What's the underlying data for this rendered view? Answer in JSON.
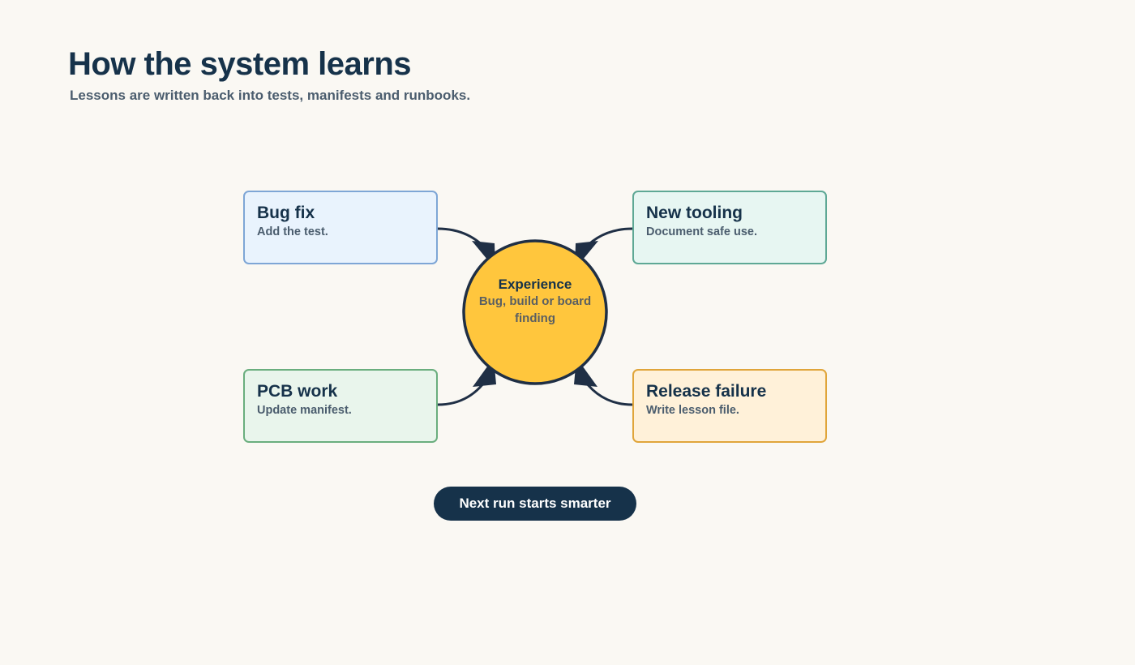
{
  "header": {
    "title": "How the system learns",
    "subtitle": "Lessons are written back into tests, manifests and runbooks."
  },
  "hub": {
    "title": "Experience",
    "desc_line1": "Bug, build or board",
    "desc_line2": "finding",
    "color": "#ffc63d"
  },
  "nodes": [
    {
      "title": "Bug fix",
      "desc": "Add the test.",
      "fill": "#e9f3fd",
      "stroke": "#7ea6d6"
    },
    {
      "title": "New tooling",
      "desc": "Document safe use.",
      "fill": "#e7f6f2",
      "stroke": "#5ea895"
    },
    {
      "title": "PCB work",
      "desc": "Update manifest.",
      "fill": "#e9f5ec",
      "stroke": "#6aae7e"
    },
    {
      "title": "Release failure",
      "desc": "Write lesson file.",
      "fill": "#fff1d9",
      "stroke": "#e0a53a"
    }
  ],
  "footer": {
    "label": "Next run starts smarter"
  },
  "colors": {
    "ink": "#16324a",
    "background": "#faf8f3"
  }
}
